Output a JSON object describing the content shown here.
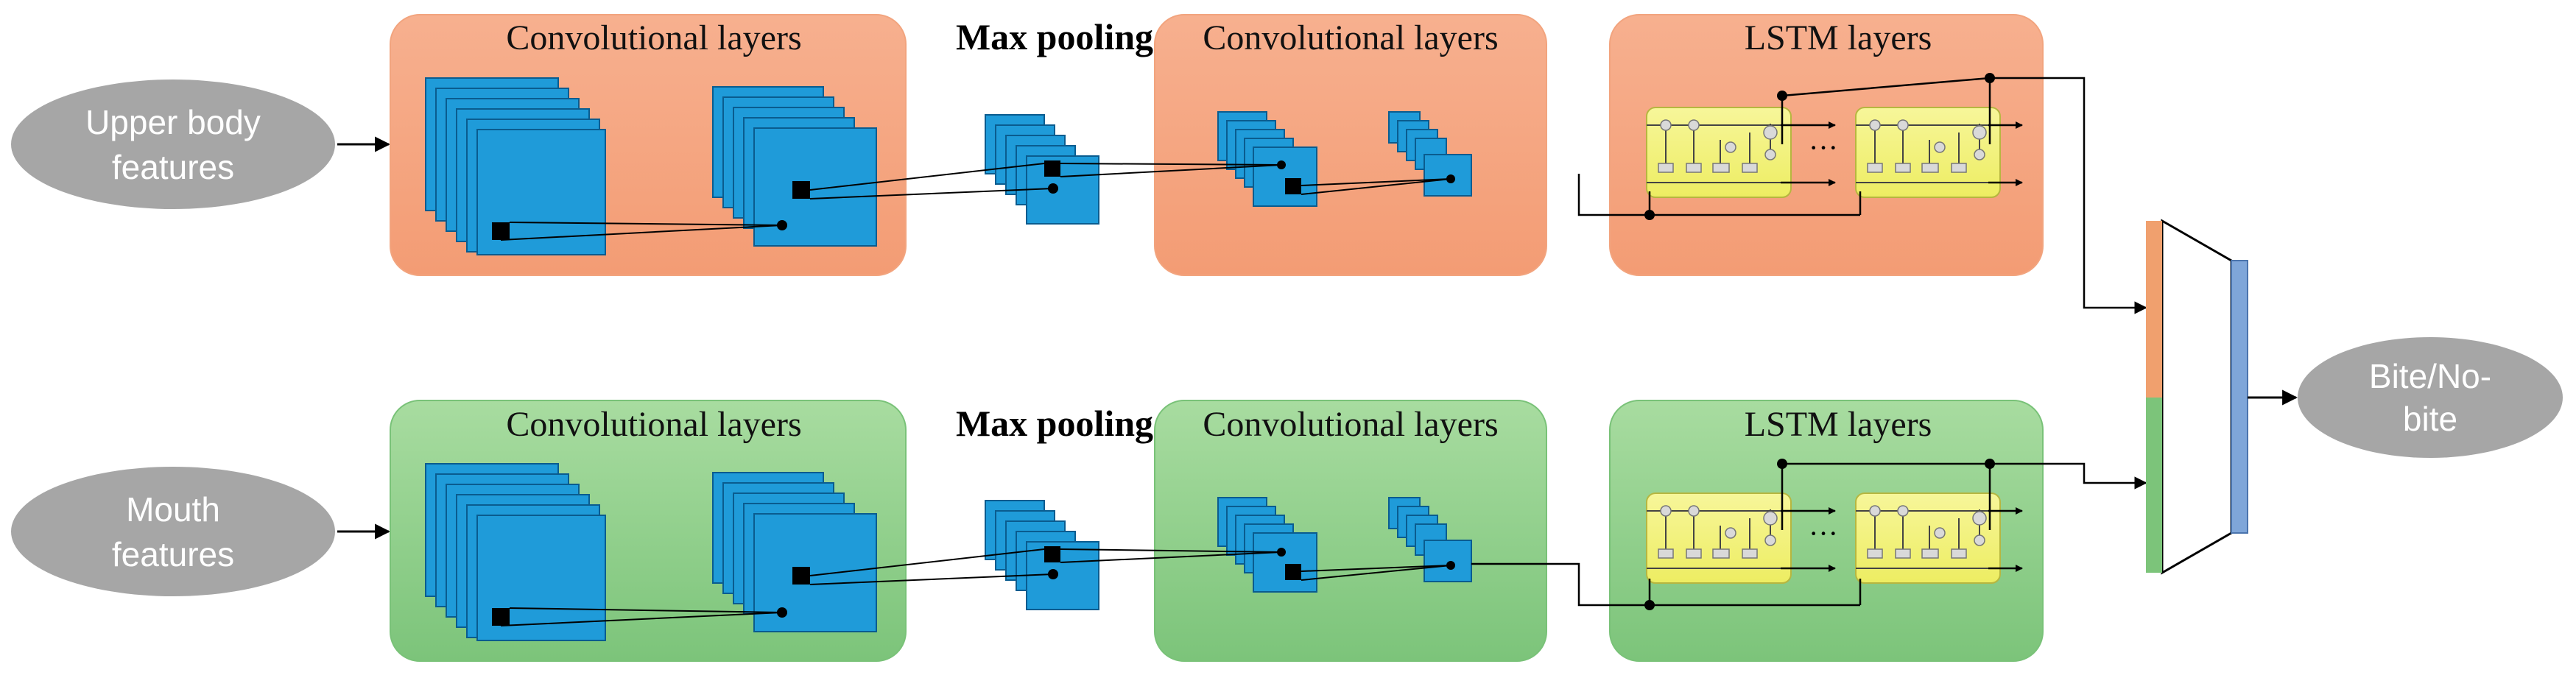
{
  "inputs": {
    "upper": [
      "Upper body",
      "features"
    ],
    "mouth": [
      "Mouth",
      "features"
    ]
  },
  "output": [
    "Bite/No-",
    "bite"
  ],
  "labels": {
    "conv": "Convolutional layers",
    "maxpool": "Max pooling",
    "lstm": "LSTM layers",
    "ellipsis": "···"
  },
  "colors": {
    "upper_panel": "#f6b08f",
    "mouth_panel": "#8fcf8a",
    "feature_map": "#1f9bd9",
    "lstm_cell": "#f3f27a",
    "input_ellipse": "#a6a6a6",
    "fc_orange": "#f0a06e",
    "fc_green": "#7cc47a",
    "fc_blue": "#7fa6d9"
  }
}
